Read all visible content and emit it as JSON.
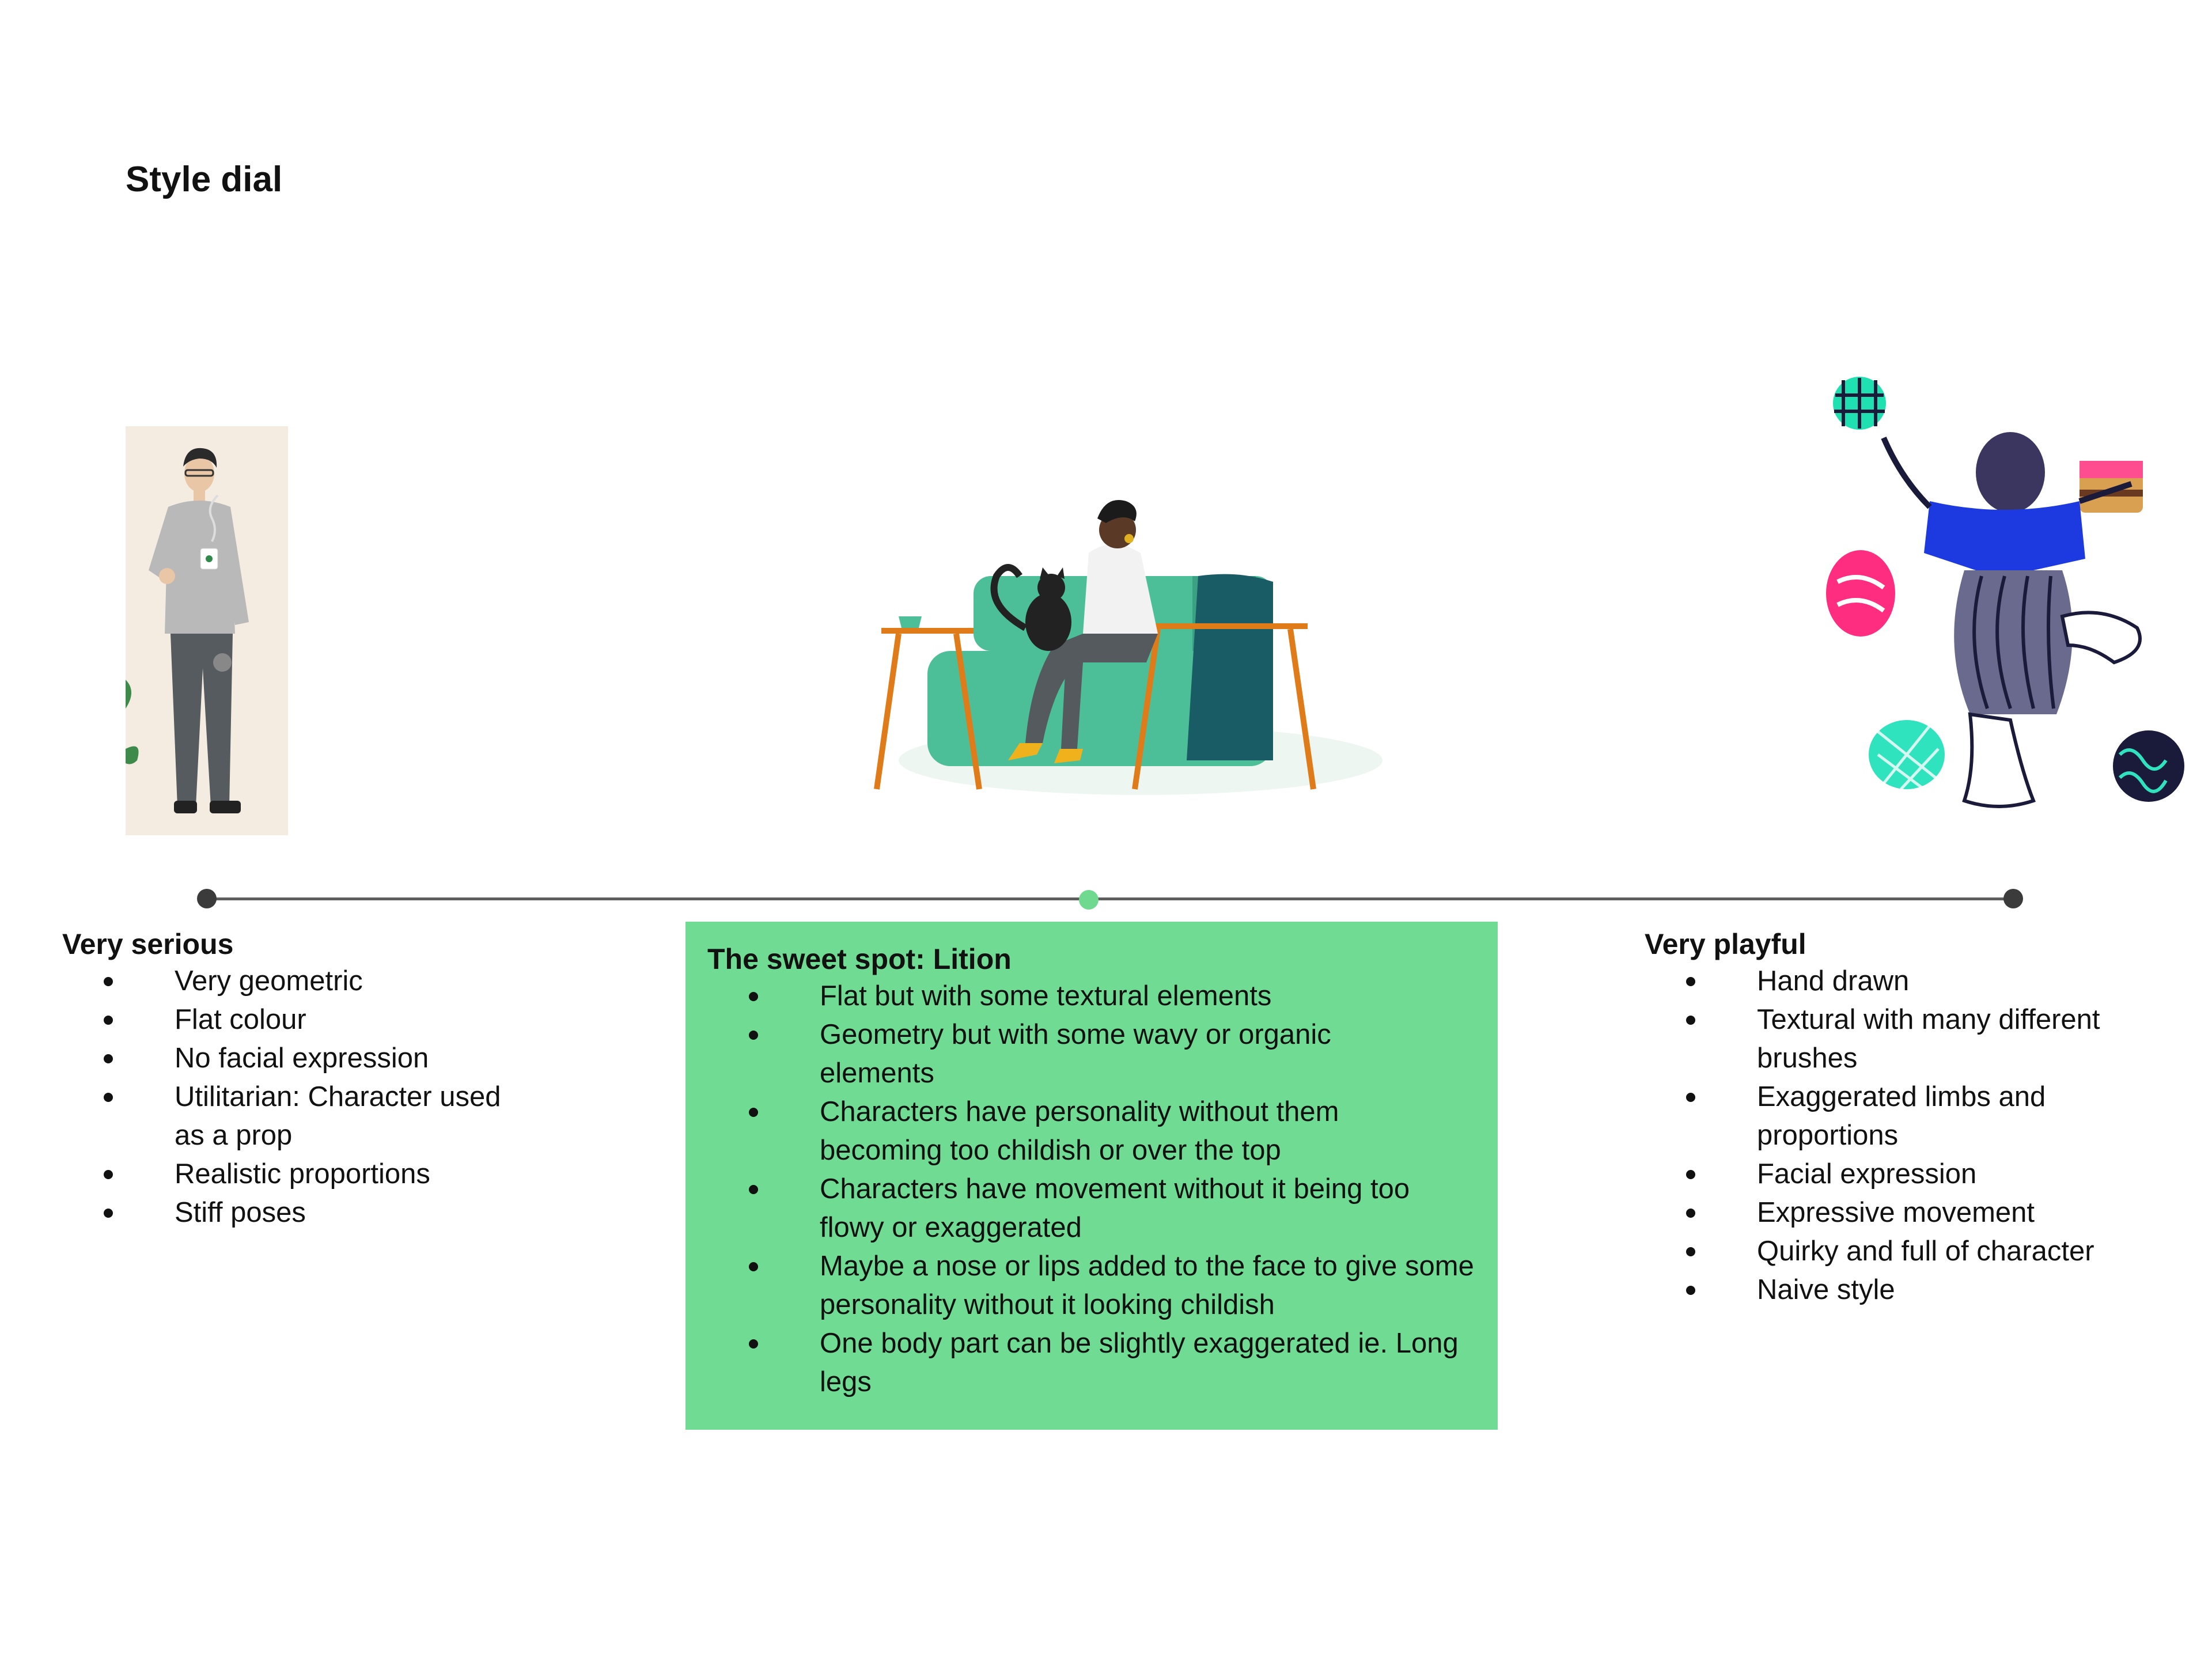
{
  "page": {
    "title": "Style dial"
  },
  "columns": {
    "serious": {
      "heading": "Very serious",
      "items": [
        "Very geometric",
        "Flat colour",
        "No facial expression",
        "Utilitarian: Character used as a prop",
        "Realistic proportions",
        "Stiff poses"
      ]
    },
    "sweet": {
      "heading": "The sweet spot: Lition",
      "items": [
        "Flat but with some textural elements",
        "Geometry but with some wavy or organic elements",
        "Characters have personality without them becoming too childish or over the top",
        "Characters have movement without it being too flowy or exaggerated",
        "Maybe a nose or lips added to the face to give some personality without it looking childish",
        "One body part can be slightly exaggerated ie. Long legs"
      ]
    },
    "playful": {
      "heading": "Very playful",
      "items": [
        "Hand drawn",
        "Textural with many different brushes",
        "Exaggerated limbs and proportions",
        "Facial expression",
        "Expressive movement",
        "Quirky and full of character",
        "Naive style"
      ]
    }
  },
  "colors": {
    "accent_green": "#6fdb93",
    "timeline": "#5e5e5e"
  }
}
